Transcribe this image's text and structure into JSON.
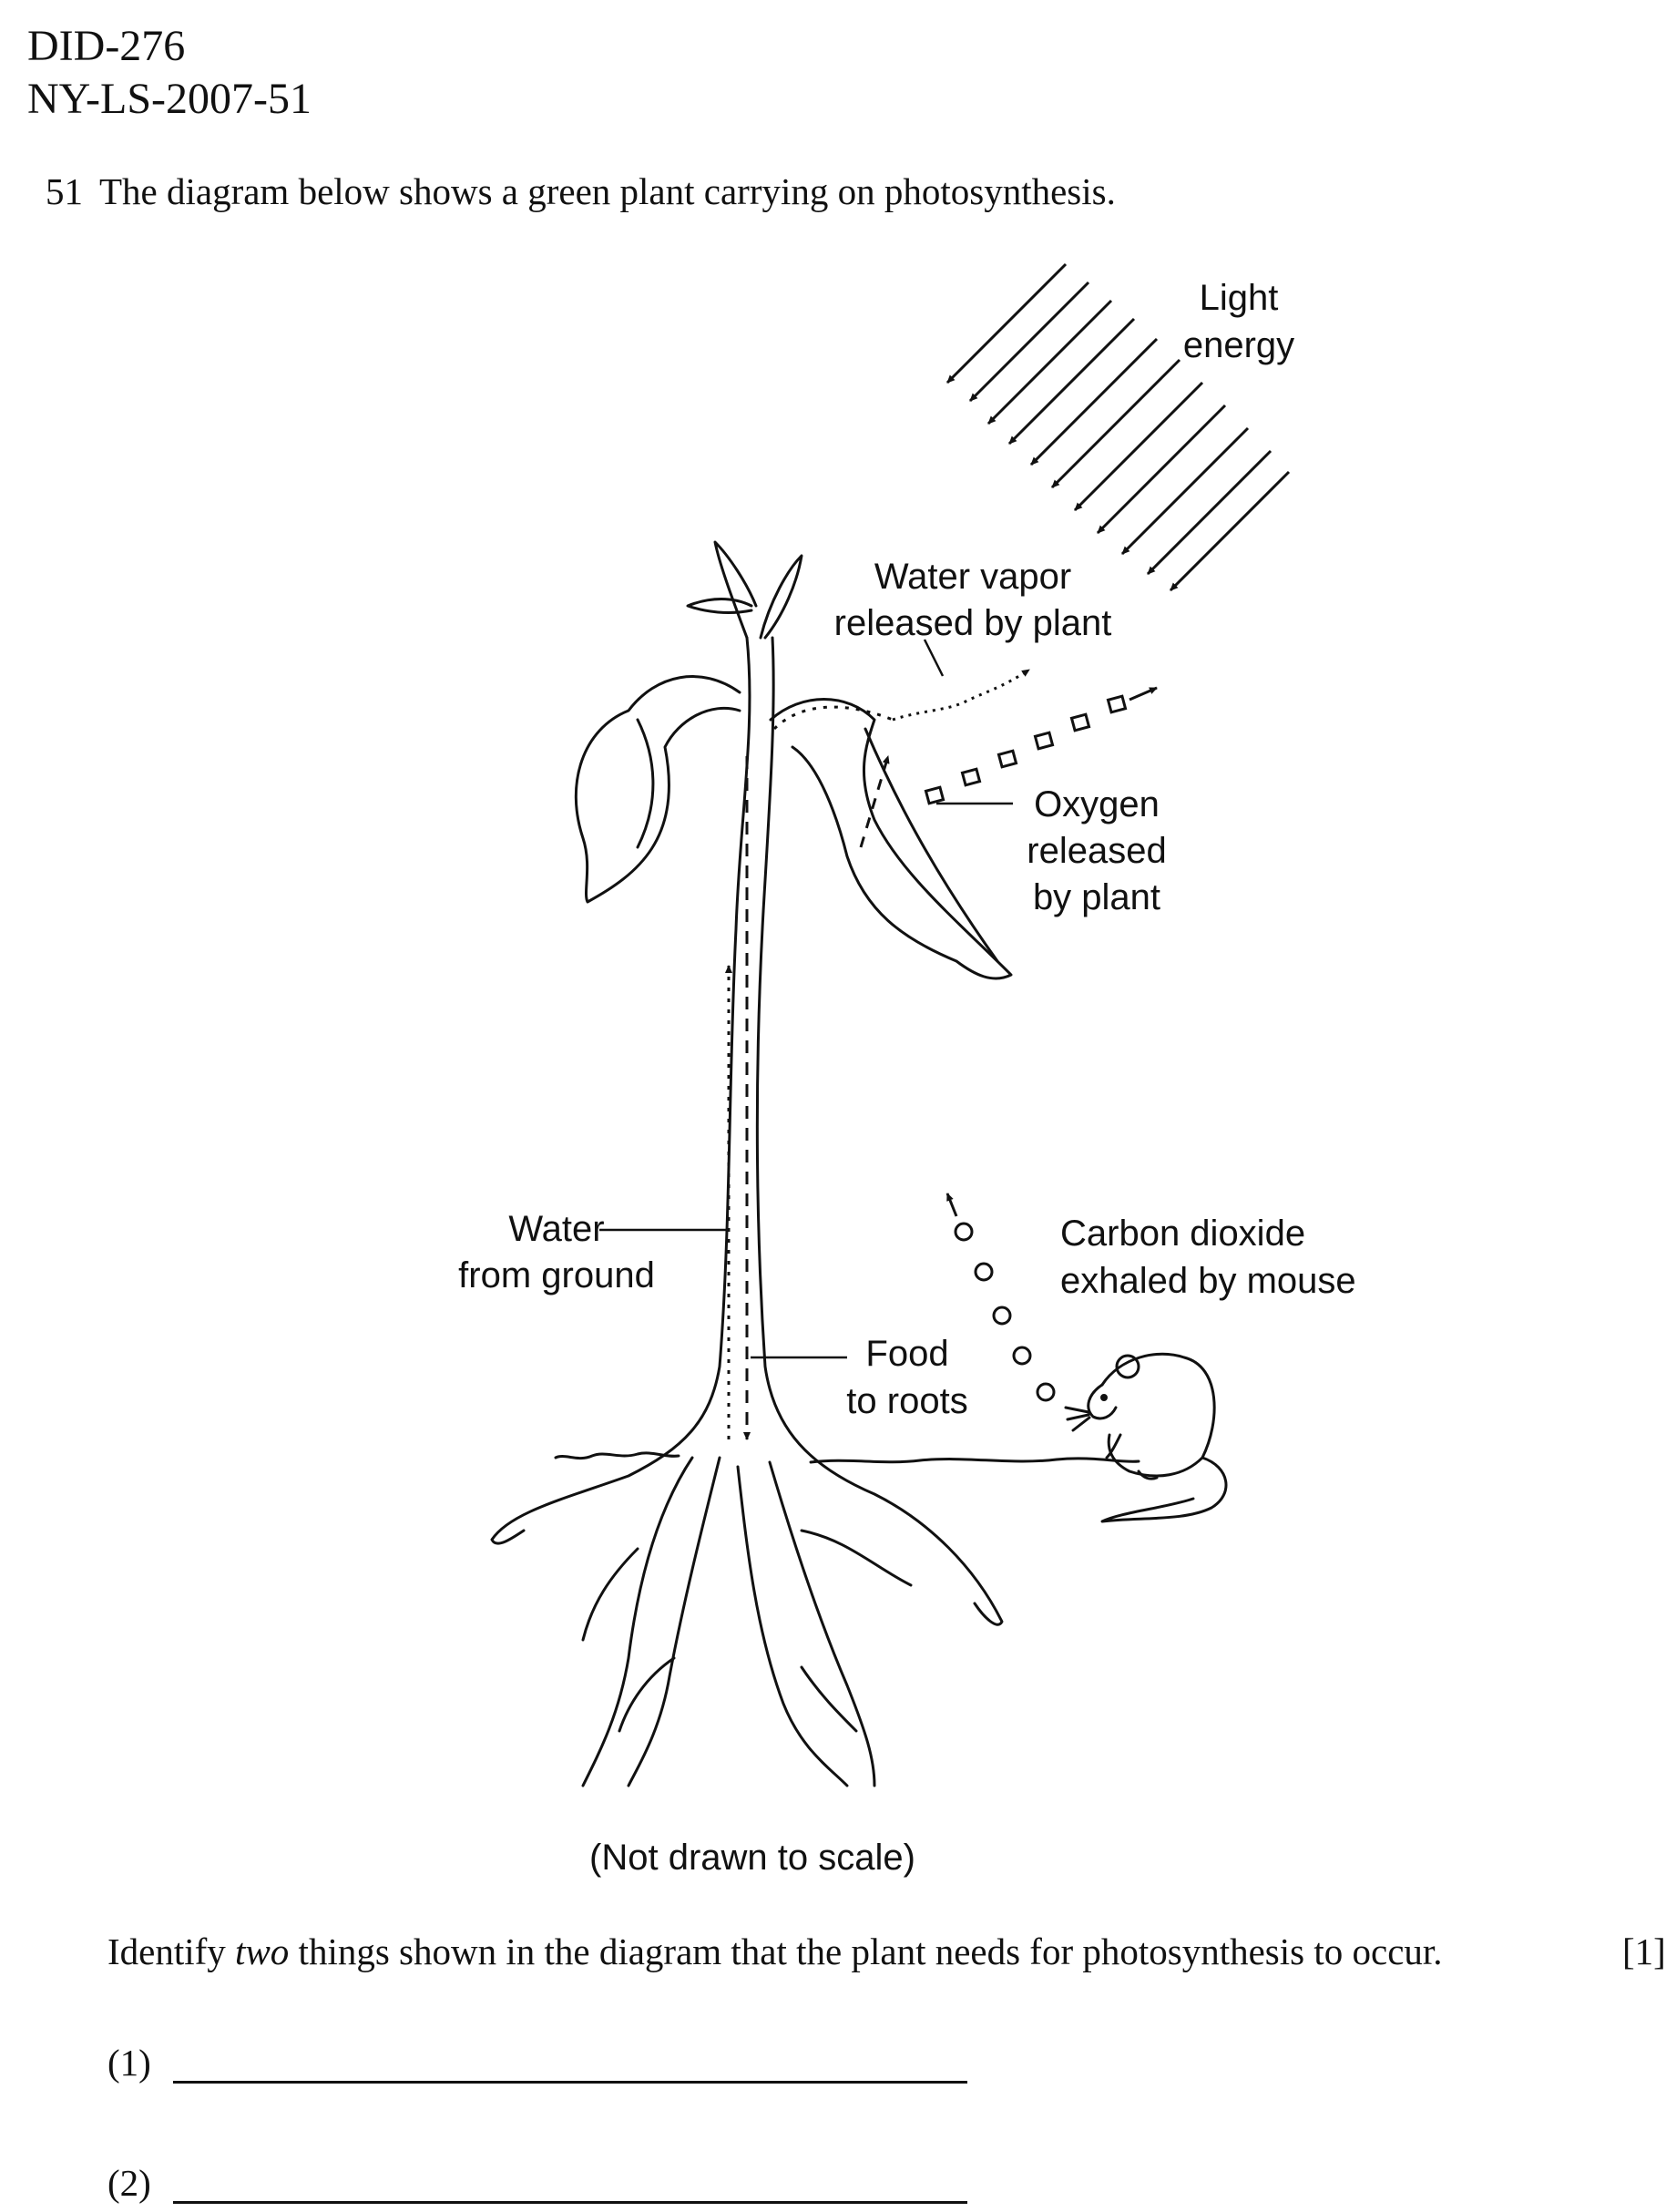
{
  "header": {
    "id_line_1": "DID-276",
    "id_line_2": "NY-LS-2007-51"
  },
  "question": {
    "number": "51",
    "text": "The diagram below shows a green plant carrying on photosynthesis."
  },
  "diagram": {
    "labels": {
      "light_1": "Light",
      "light_2": "energy",
      "vapor_1": "Water vapor",
      "vapor_2": "released by plant",
      "oxygen_1": "Oxygen",
      "oxygen_2": "released",
      "oxygen_3": "by plant",
      "water_1": "Water",
      "water_2": "from ground",
      "co2_1": "Carbon dioxide",
      "co2_2": "exhaled by mouse",
      "food_1": "Food",
      "food_2": "to roots"
    },
    "caption": "(Not drawn to scale)"
  },
  "prompt": {
    "before": "Identify ",
    "emphasis": "two",
    "after": " things shown in the diagram that the plant needs for photosynthesis to occur.",
    "credit": "[1]"
  },
  "answers": [
    {
      "label": "(1)"
    },
    {
      "label": "(2)"
    }
  ]
}
